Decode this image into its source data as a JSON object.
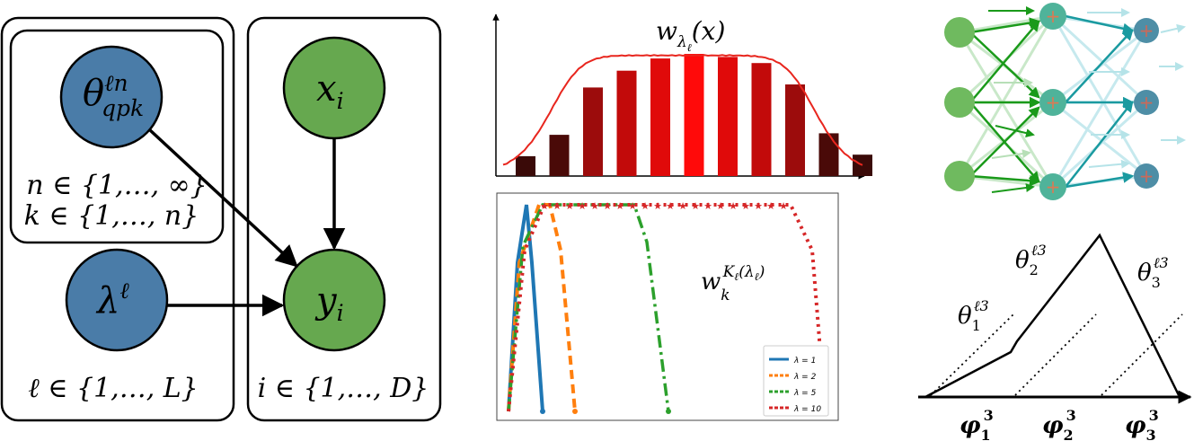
{
  "graphical_model": {
    "nodes": {
      "theta": {
        "base": "θ",
        "sup": "ℓn",
        "sub": "qpk",
        "color": "#4a7ca8"
      },
      "lambda": {
        "base": "λ",
        "sup": "ℓ",
        "color": "#4a7ca8"
      },
      "x": {
        "base": "x",
        "sub": "i",
        "color": "#66a84f"
      },
      "y": {
        "base": "y",
        "sub": "i",
        "color": "#66a84f"
      }
    },
    "plate_inner_labels": [
      "n ∈ {1,…, ∞}",
      "k ∈ {1,…, n}"
    ],
    "plate_outer_label": "ℓ ∈ {1,…, L}",
    "plate_data_label": "i ∈ {1,…, D}"
  },
  "weight_chart": {
    "label_base": "w",
    "label_sub": "λ",
    "label_subsub": "ℓ",
    "label_arg": "(x)",
    "bars": [
      0.13,
      0.27,
      0.58,
      0.69,
      0.77,
      0.8,
      0.78,
      0.74,
      0.6,
      0.28,
      0.14
    ],
    "bar_colors": [
      "#3a0a08",
      "#4a0a08",
      "#9c0c0c",
      "#c20a0a",
      "#e00a0a",
      "#ff0a0a",
      "#e00a0a",
      "#c20a0a",
      "#9c0c0c",
      "#4a0a08",
      "#3a0a08"
    ],
    "curve_color": "#e8261e"
  },
  "chart_data": {
    "type": "line",
    "label_base": "w",
    "label_sub": "k",
    "label_sup": "K",
    "label_supsub": "ℓ",
    "label_suparg": "(λ",
    "label_supargsub": "ℓ",
    "label_supclose": ")",
    "y": [
      -0.02,
      0.18,
      0.38,
      0.58,
      0.78,
      0.9,
      0.96,
      0.98,
      1.0,
      1.0,
      1.0,
      1.0,
      1.0,
      1.0,
      1.0,
      1.0,
      1.0,
      1.0,
      1.0,
      1.0,
      1.0,
      1.0,
      1.0,
      1.0,
      1.0,
      1.0,
      1.0,
      1.0,
      1.0,
      1.0
    ],
    "series": [
      {
        "name": "λ = 1",
        "color": "#1f77b4",
        "x": [
          0.93,
          0.9,
          0.86,
          0.82,
          0.78,
          0.74,
          0.7,
          0.66,
          0.62,
          0.58,
          0.54,
          0.5,
          0.46,
          0.42,
          0.38,
          0.34,
          0.3,
          0.26,
          0.22,
          0.18,
          0.14,
          0.1,
          0.06,
          0.02
        ]
      },
      {
        "name": "λ = 2",
        "color": "#ff7f0e"
      },
      {
        "name": "λ = 5",
        "color": "#2ca02c"
      },
      {
        "name": "λ = 10",
        "color": "#d62728"
      }
    ]
  },
  "network": {
    "input_color": "#6fba5f",
    "hidden_color": "#4fb39a",
    "output_color": "#4e8ea6",
    "node_mark": "+"
  },
  "simplex": {
    "theta_labels": [
      {
        "base": "θ",
        "sub": "1",
        "sup": "ℓ3"
      },
      {
        "base": "θ",
        "sub": "2",
        "sup": "ℓ3"
      },
      {
        "base": "θ",
        "sub": "3",
        "sup": "ℓ3"
      }
    ],
    "phi_labels": [
      {
        "base": "φ",
        "sub": "1",
        "sup": "3"
      },
      {
        "base": "φ",
        "sub": "2",
        "sup": "3"
      },
      {
        "base": "φ",
        "sub": "3",
        "sup": "3"
      }
    ]
  }
}
